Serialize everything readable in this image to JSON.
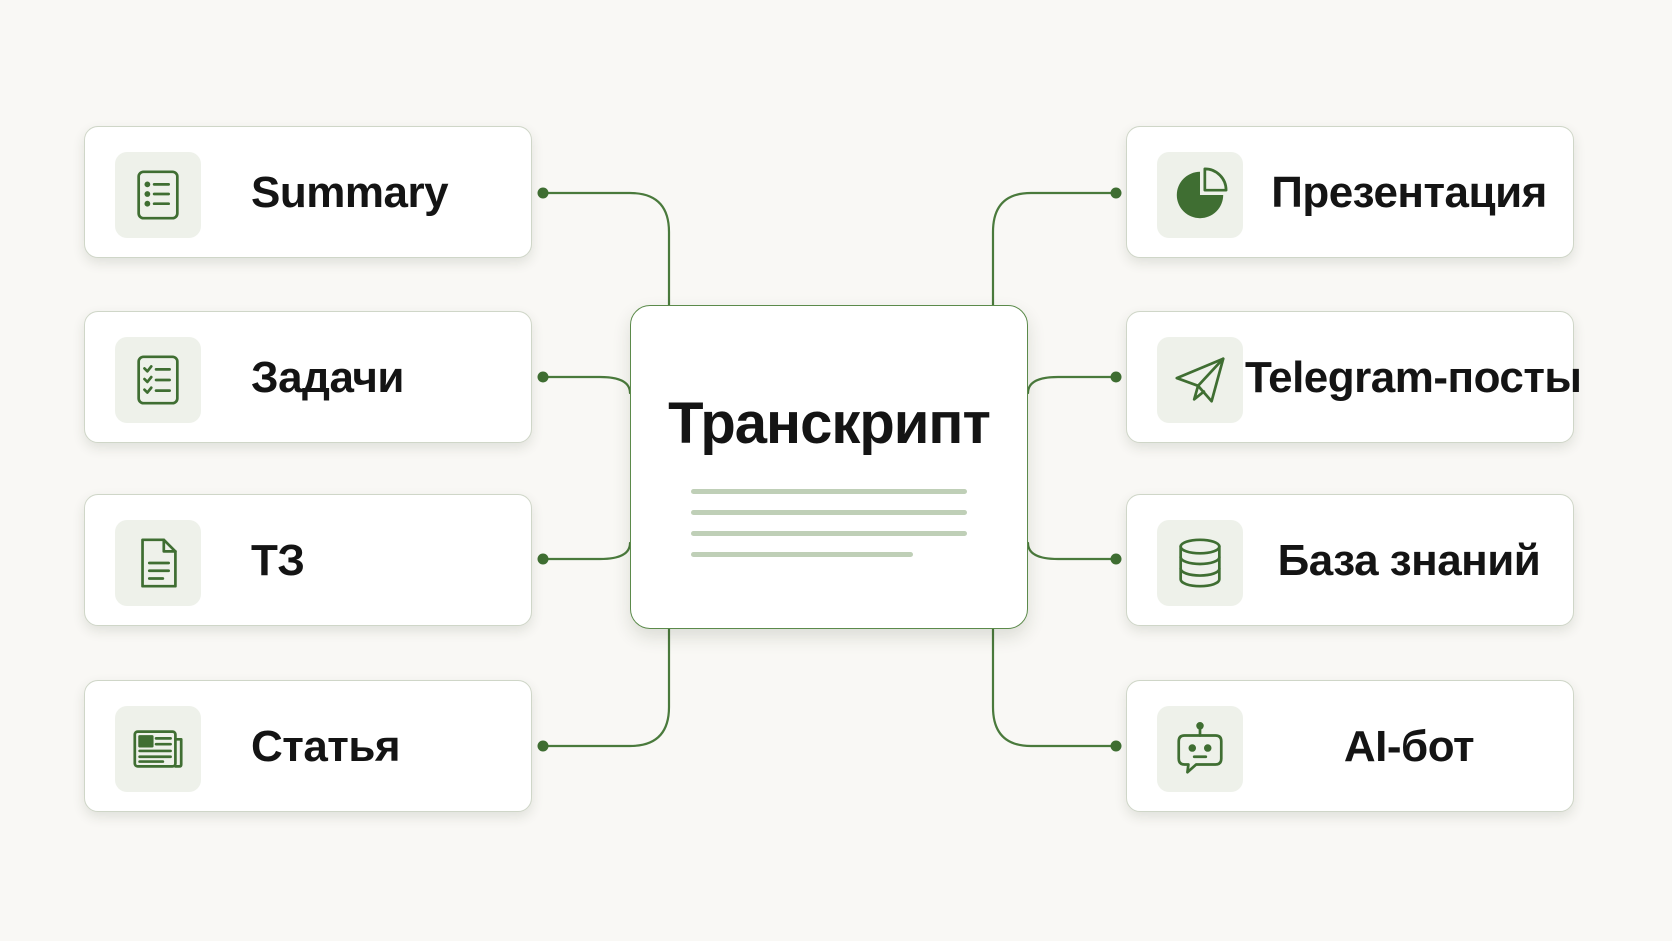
{
  "center": {
    "title": "Транскрипт"
  },
  "left_outputs": [
    {
      "label": "Summary",
      "icon": "list-icon"
    },
    {
      "label": "Задачи",
      "icon": "checklist-icon"
    },
    {
      "label": "ТЗ",
      "icon": "document-icon"
    },
    {
      "label": "Статья",
      "icon": "newspaper-icon"
    }
  ],
  "right_outputs": [
    {
      "label": "Презентация",
      "icon": "pie-chart-icon"
    },
    {
      "label": "Telegram-посты",
      "icon": "paper-plane-icon"
    },
    {
      "label": "База знаний",
      "icon": "database-icon"
    },
    {
      "label": "AI-бот",
      "icon": "robot-icon"
    }
  ],
  "colors": {
    "accent": "#3f6e32",
    "connector": "#4a7a3c",
    "icon_tile": "#eef1ea",
    "background": "#f9f8f5",
    "text_line": "#bfcfb7"
  }
}
